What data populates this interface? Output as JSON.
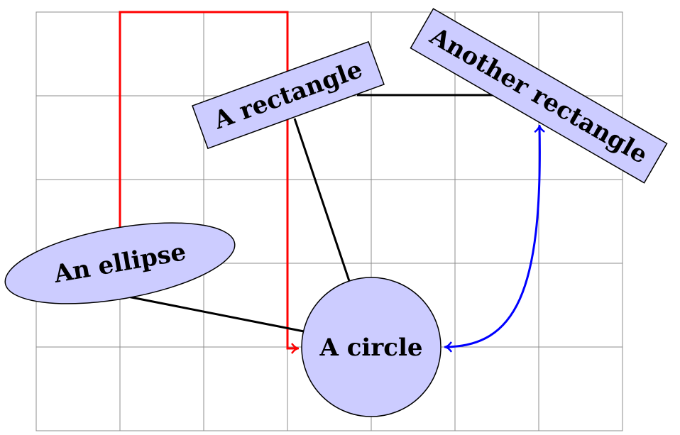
{
  "diagram": {
    "nodes": {
      "ellipse": {
        "label": "An ellipse",
        "shape": "ellipse"
      },
      "rectangle": {
        "label": "A rectangle",
        "shape": "rectangle"
      },
      "another_rectangle": {
        "label": "Another rectangle",
        "shape": "rectangle"
      },
      "circle": {
        "label": "A circle",
        "shape": "circle"
      }
    },
    "edges": [
      {
        "from": "ellipse",
        "to": "circle",
        "style": "black line"
      },
      {
        "from": "rectangle",
        "to": "circle",
        "style": "black line"
      },
      {
        "from": "rectangle",
        "to": "another_rectangle",
        "style": "black line"
      },
      {
        "from": "ellipse",
        "to": "circle",
        "style": "red orthogonal arrow"
      },
      {
        "from": "another_rectangle",
        "to": "circle",
        "style": "blue curved double arrow"
      }
    ]
  },
  "colors": {
    "node_fill": "#ccccff",
    "node_stroke": "#000000",
    "grid": "#8c8c8c",
    "red_path": "#ff0000",
    "blue_path": "#0000ff",
    "connector": "#000000"
  }
}
